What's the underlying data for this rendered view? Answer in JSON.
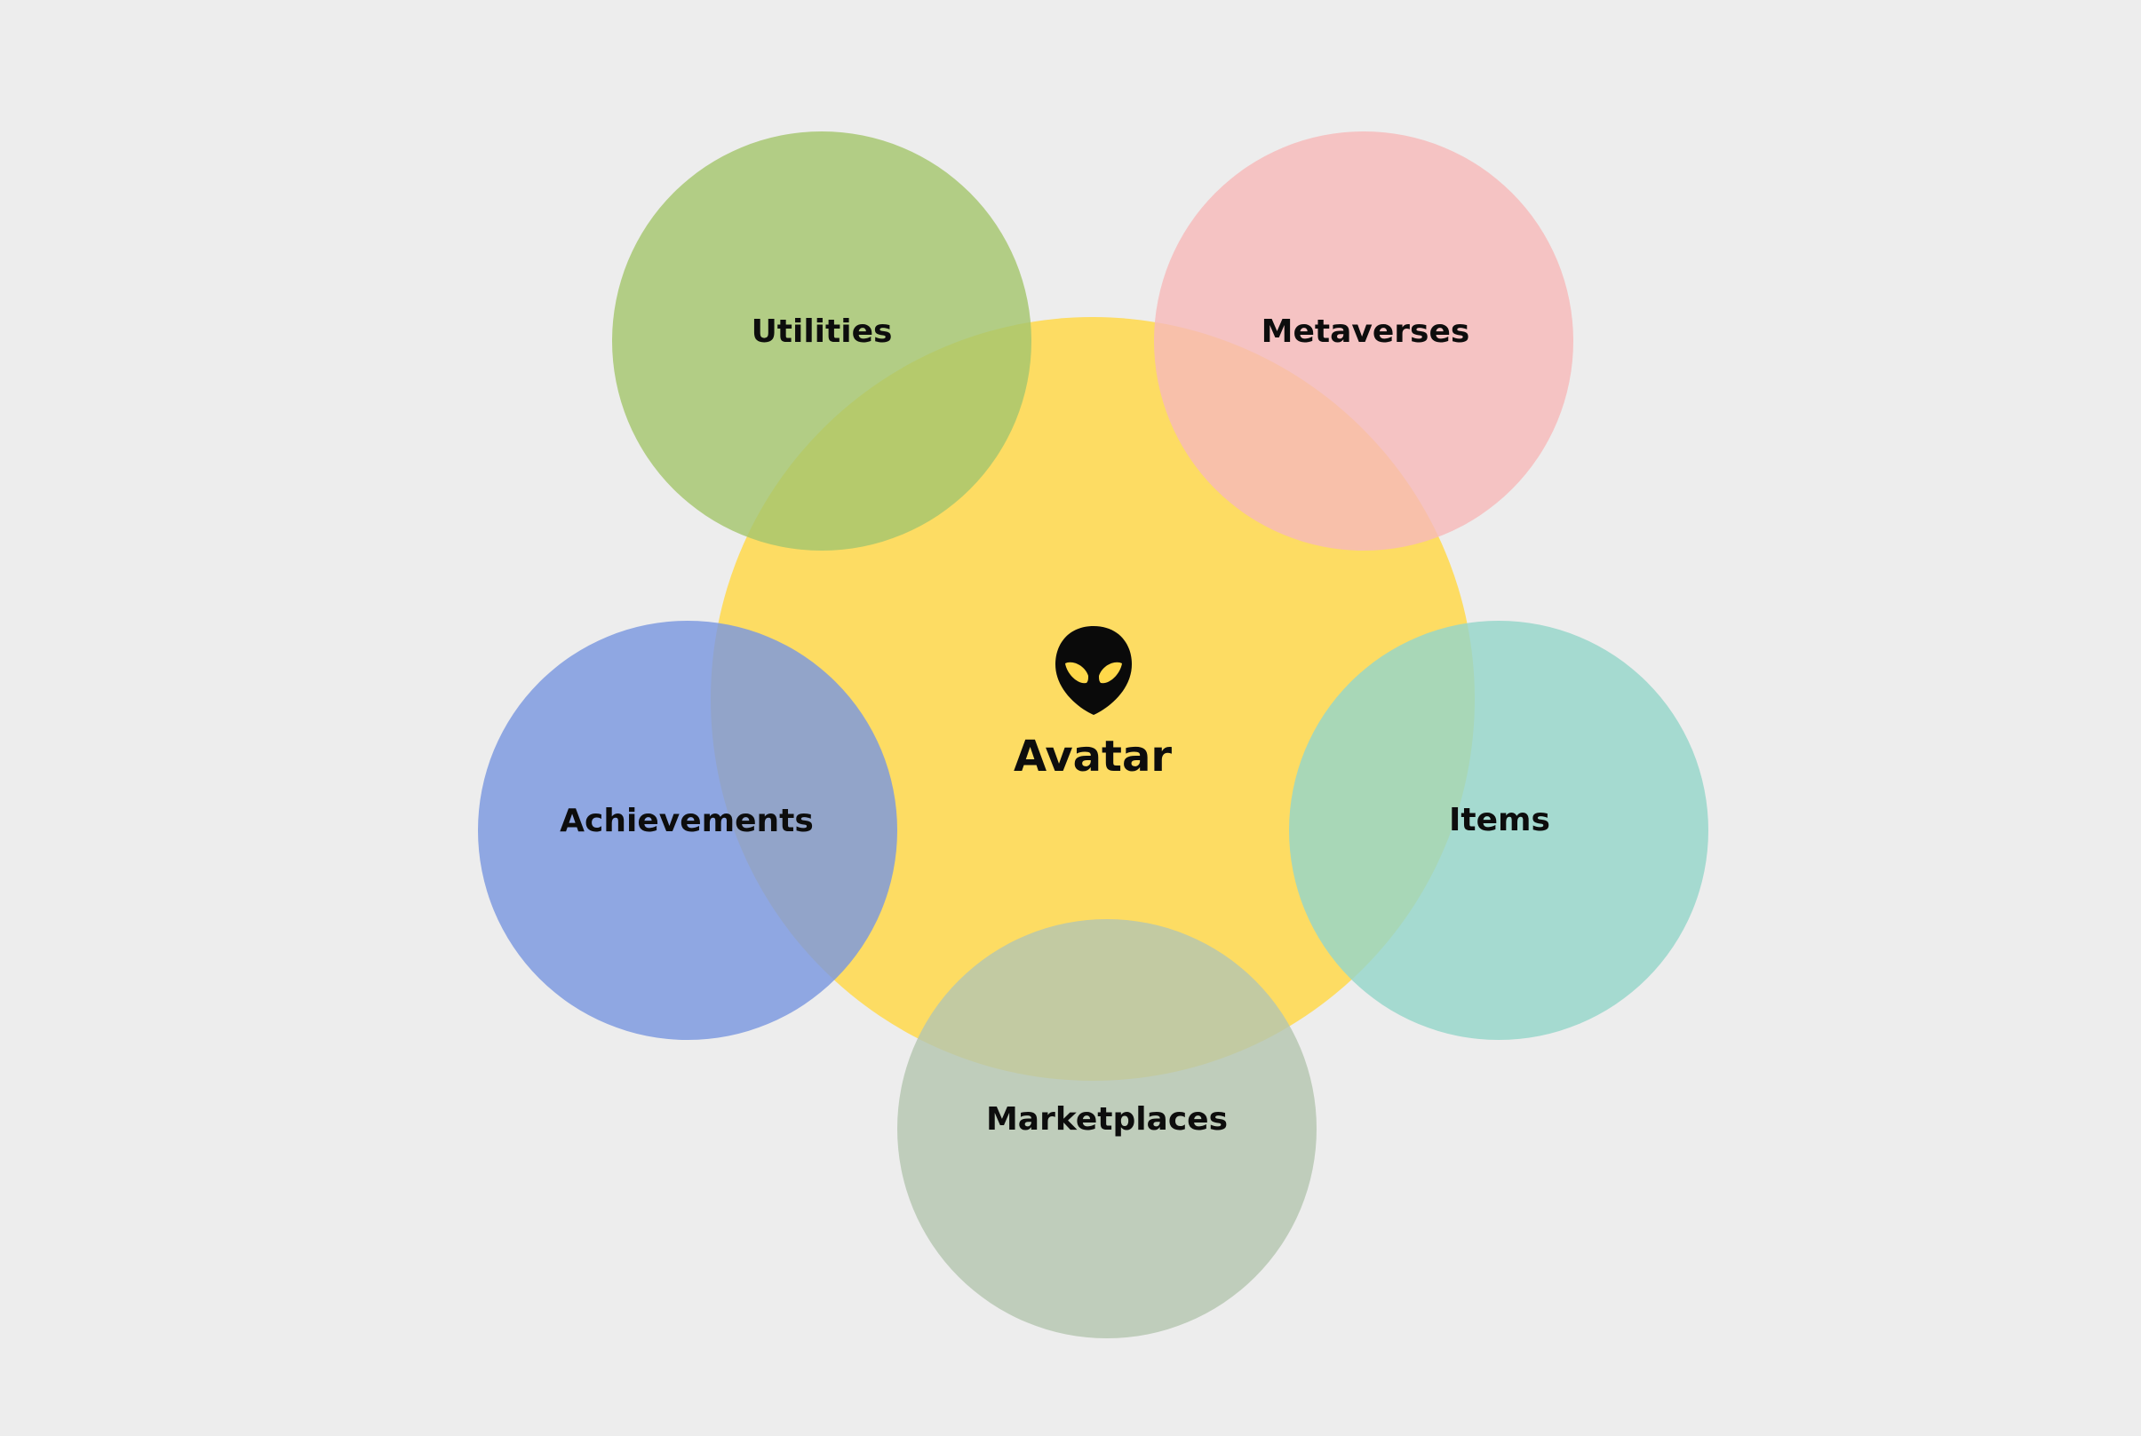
{
  "diagram": {
    "center": {
      "label": "Avatar",
      "icon": "alien-head-icon",
      "color": "#ffd84a"
    },
    "satellites": [
      {
        "id": "utilities",
        "label": "Utilities",
        "color": "#a5c66e"
      },
      {
        "id": "metaverses",
        "label": "Metaverses",
        "color": "#f7b9ba"
      },
      {
        "id": "achievements",
        "label": "Achievements",
        "color": "#7a97df"
      },
      {
        "id": "items",
        "label": "Items",
        "color": "#95d6c9"
      },
      {
        "id": "marketplaces",
        "label": "Marketplaces",
        "color": "#b4c6b0"
      }
    ]
  }
}
